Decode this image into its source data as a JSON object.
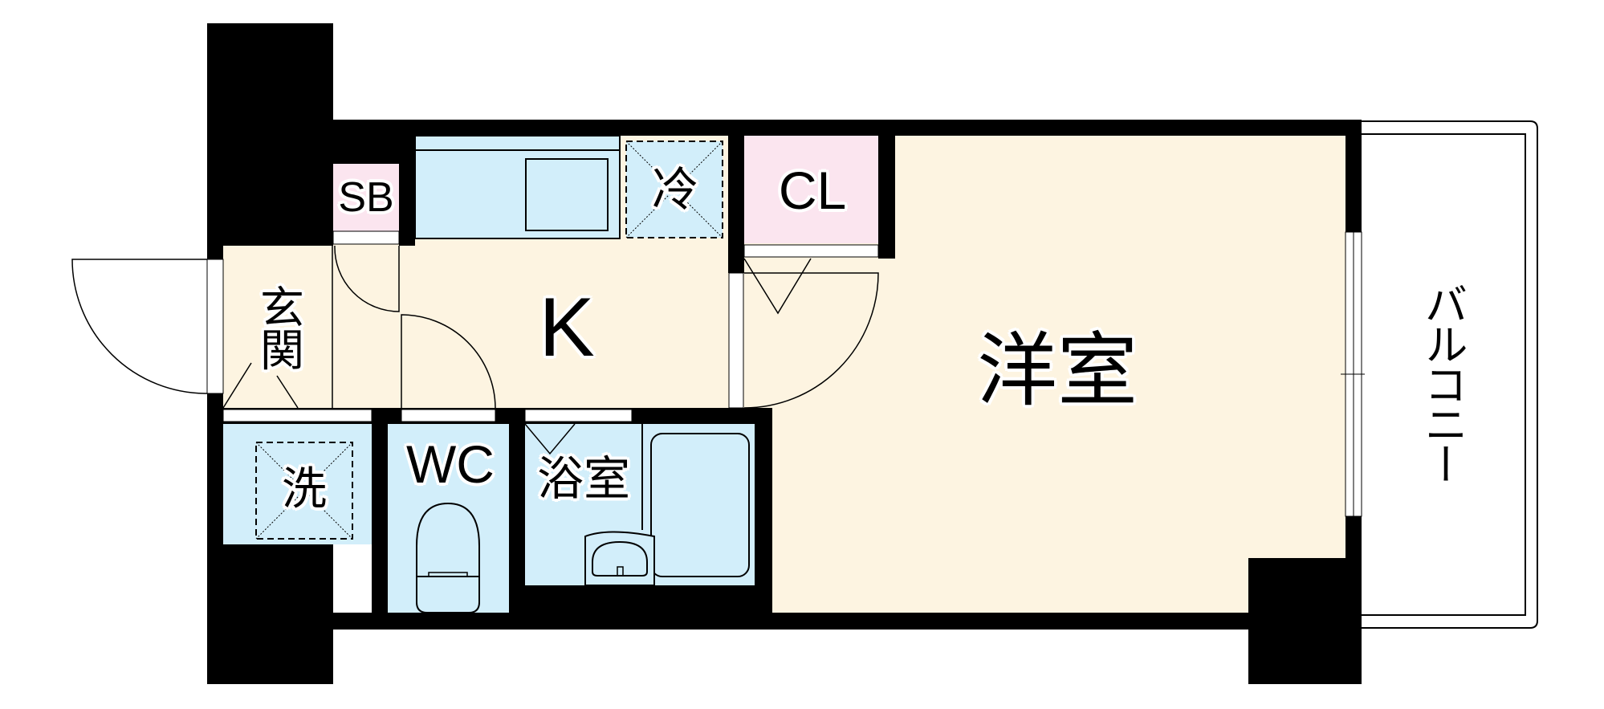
{
  "floorplan": {
    "colors": {
      "wall": "#000000",
      "floor_living": "#fdf4e1",
      "floor_wet": "#d2eefa",
      "storage": "#fbe5ef",
      "background": "#ffffff"
    },
    "rooms": {
      "entrance": {
        "label": "玄関"
      },
      "kitchen": {
        "label": "K"
      },
      "shoe_box": {
        "label": "SB"
      },
      "refrigerator": {
        "label": "冷"
      },
      "closet": {
        "label": "CL"
      },
      "western_room": {
        "label": "洋室"
      },
      "washer": {
        "label": "洗"
      },
      "toilet": {
        "label": "WC"
      },
      "bathroom": {
        "label": "浴室"
      },
      "balcony": {
        "label": "バルコニー"
      }
    }
  }
}
